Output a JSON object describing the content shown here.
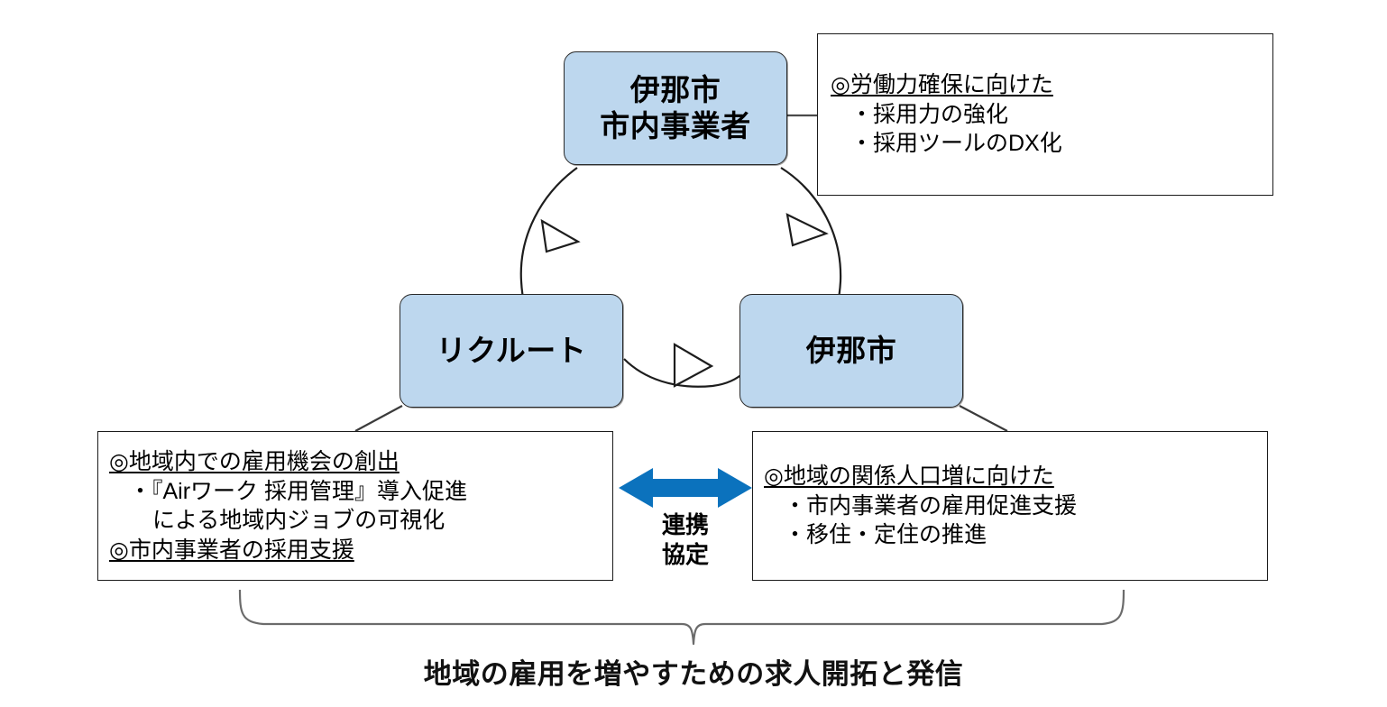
{
  "diagram": {
    "title_caption": "地域の雇用を増やすための求人開拓と発信",
    "accent_blue": "#0b72bd",
    "node_fill": "#bdd7ee",
    "node_border": "#2a2a2a",
    "nodes": {
      "top": {
        "name": "伊那市 市内事業者",
        "line1": "伊那市",
        "line2": "市内事業者"
      },
      "left": {
        "name": "リクルート",
        "line1": "リクルート"
      },
      "right": {
        "name": "伊那市",
        "line1": "伊那市"
      }
    },
    "link": {
      "icon": "double-arrow-horizontal-icon",
      "label_line1": "連携",
      "label_line2": "協定"
    },
    "detail_top_right": {
      "heading": "◎労働力確保に向けた",
      "bullets": [
        "・採用力の強化",
        "・採用ツールのDX化"
      ]
    },
    "detail_bottom_left": {
      "heading": "◎地域内での雇用機会の創出",
      "bullets": [
        "・『Airワーク 採用管理』導入促進",
        "による地域内ジョブの可視化"
      ],
      "heading2": "◎市内事業者の採用支援"
    },
    "detail_bottom_right": {
      "heading": "◎地域の関係人口増に向けた",
      "bullets": [
        "・市内事業者の雇用促進支援",
        "・移住・定住の推進"
      ]
    },
    "cycle": {
      "arrow_top_to_left": "cycle-arrow-icon",
      "arrow_left_to_right": "cycle-arrow-icon",
      "arrow_right_to_top": "cycle-arrow-icon"
    }
  }
}
